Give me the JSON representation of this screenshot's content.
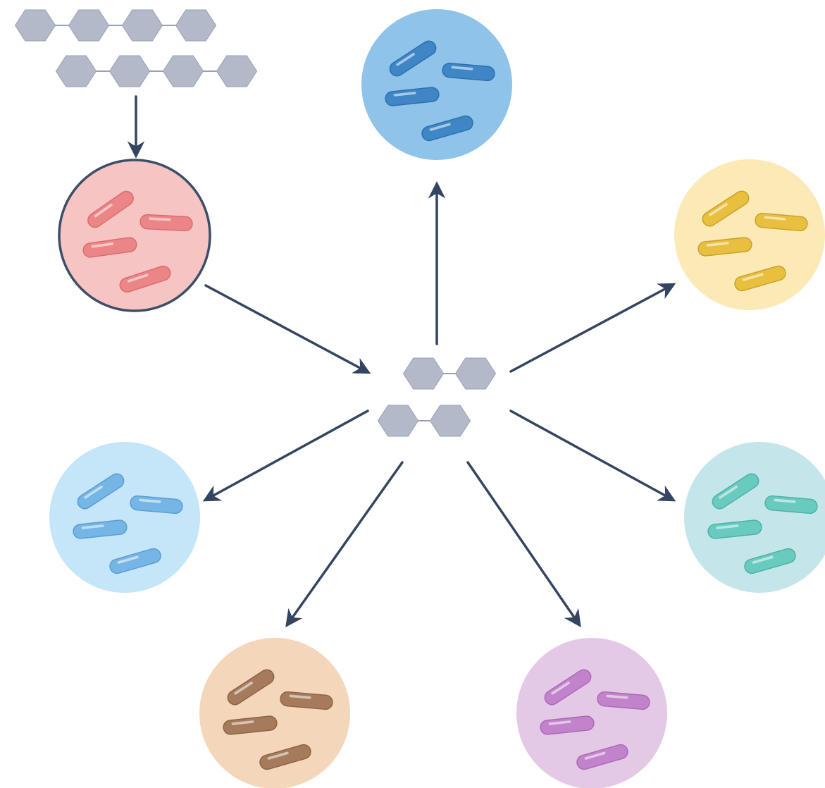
{
  "palette": {
    "arrow": "#334560",
    "monomer_fill": "#b3b9c9",
    "monomer_stroke": "#9aa0b2",
    "linker": "#9aa0b2"
  },
  "polymer": {
    "chains": [
      {
        "units": 4
      },
      {
        "units": 4
      }
    ]
  },
  "dimers": [
    {
      "units": 2
    },
    {
      "units": 2
    }
  ],
  "communities": [
    {
      "id": "primary-degrader",
      "role": "primary",
      "circle_fill": "#f6c4c3",
      "circle_stroke": "#3c4e68",
      "cell_fill": "#ec8587",
      "cell_stroke": "#d96d70"
    },
    {
      "id": "blue",
      "role": "cross-feeder",
      "circle_fill": "#8fc3ea",
      "cell_fill": "#3e86c6",
      "cell_stroke": "#2c6fae"
    },
    {
      "id": "yellow",
      "role": "cross-feeder",
      "circle_fill": "#fbeab6",
      "cell_fill": "#e8bf3e",
      "cell_stroke": "#c9a12a"
    },
    {
      "id": "light-blue",
      "role": "cross-feeder",
      "circle_fill": "#c5e5f8",
      "cell_fill": "#76b6e6",
      "cell_stroke": "#5a9dd2"
    },
    {
      "id": "teal",
      "role": "cross-feeder",
      "circle_fill": "#c4e6ea",
      "cell_fill": "#69cbc0",
      "cell_stroke": "#4bb1a6"
    },
    {
      "id": "brown",
      "role": "cross-feeder",
      "circle_fill": "#f4d6bb",
      "cell_fill": "#a57b5c",
      "cell_stroke": "#8b6446"
    },
    {
      "id": "purple",
      "role": "cross-feeder",
      "circle_fill": "#e4c9e7",
      "cell_fill": "#c283cc",
      "cell_stroke": "#a96bb4"
    }
  ]
}
